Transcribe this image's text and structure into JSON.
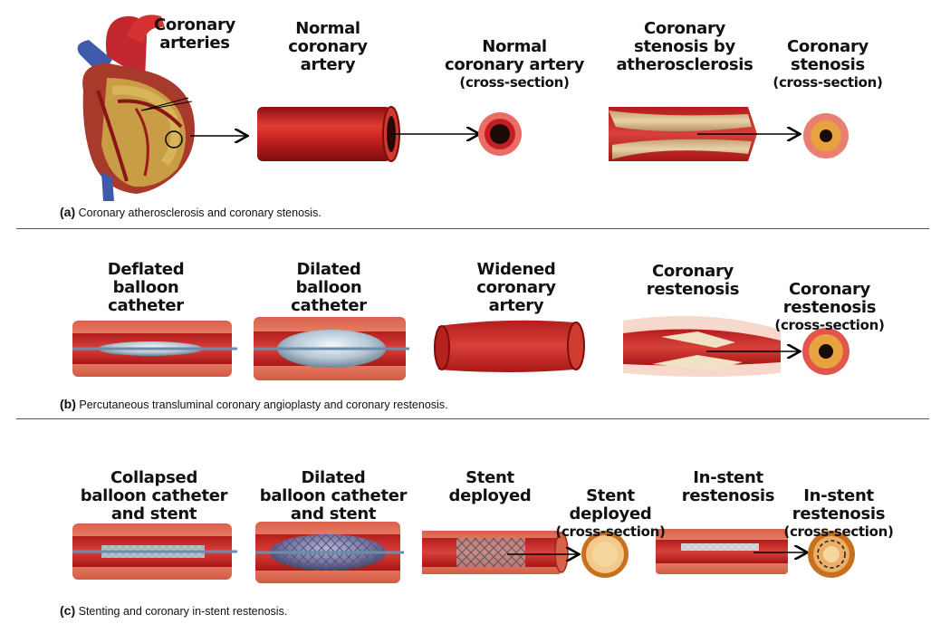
{
  "panel_a": {
    "labels": {
      "coronary_arteries": "Coronary\narteries",
      "normal_artery": "Normal\ncoronary\nartery",
      "normal_cross_title": "Normal\ncoronary artery",
      "normal_cross_sub": "(cross-section)",
      "stenosis": "Coronary\nstenosis by\natherosclerosis",
      "stenosis_cross_title": "Coronary\nstenosis",
      "stenosis_cross_sub": "(cross-section)"
    },
    "caption_letter": "(a)",
    "caption_text": "Coronary atherosclerosis and coronary stenosis."
  },
  "panel_b": {
    "labels": {
      "deflated": "Deflated\nballoon\ncatheter",
      "dilated": "Dilated\nballoon\ncatheter",
      "widened": "Widened\ncoronary\nartery",
      "restenosis": "Coronary\nrestenosis",
      "restenosis_cross_title": "Coronary\nrestenosis",
      "restenosis_cross_sub": "(cross-section)"
    },
    "caption_letter": "(b)",
    "caption_text": "Percutaneous transluminal coronary angioplasty and coronary restenosis."
  },
  "panel_c": {
    "labels": {
      "collapsed": "Collapsed\nballoon catheter\nand stent",
      "dilated_stent": "Dilated\nballoon catheter\nand stent",
      "stent_deployed": "Stent\ndeployed",
      "stent_cross_title": "Stent\ndeployed",
      "stent_cross_sub": "(cross-section)",
      "instent": "In-stent\nrestenosis",
      "instent_cross_title": "In-stent\nrestenosis",
      "instent_cross_sub": "(cross-section)"
    },
    "caption_letter": "(c)",
    "caption_text": "Stenting and coronary in-stent restenosis."
  },
  "colors": {
    "artery_red": "#c8282a",
    "artery_pink": "#e7877a",
    "plaque": "#e9cf9a",
    "lumen_dark": "#1a0a08",
    "stent_orange": "#e8a24a"
  }
}
